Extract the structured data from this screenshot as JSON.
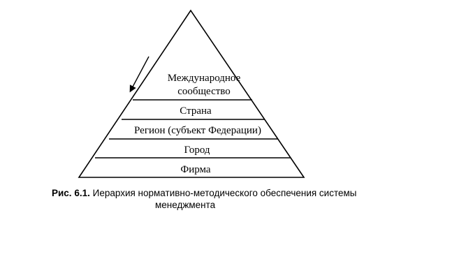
{
  "pyramid": {
    "levels": [
      {
        "label_lines": [
          "Международное",
          "сообщество"
        ]
      },
      {
        "label_lines": [
          "Страна"
        ]
      },
      {
        "label_lines": [
          "Регион (субъект Федерации)"
        ]
      },
      {
        "label_lines": [
          "Город"
        ]
      },
      {
        "label_lines": [
          "Фирма"
        ]
      }
    ]
  },
  "caption": {
    "label": "Рис. 6.1.",
    "text_line1": "Иерархия нормативно-методического обеспечения системы",
    "text_line2": "менеджмента"
  }
}
